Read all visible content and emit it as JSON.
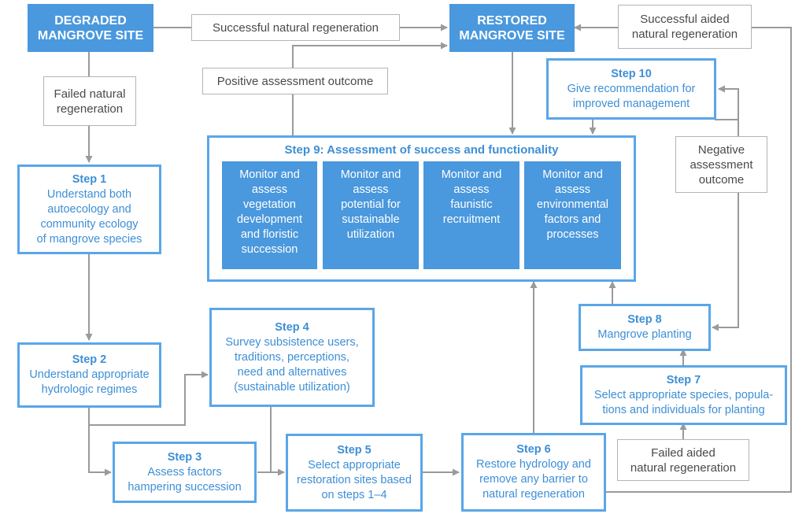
{
  "degraded": [
    "DEGRADED",
    "MANGROVE SITE"
  ],
  "restored": [
    "RESTORED",
    "MANGROVE SITE"
  ],
  "labels": {
    "successful_natural": [
      "Successful natural regeneration"
    ],
    "successful_aided": [
      "Successful aided",
      "natural regeneration"
    ],
    "failed_natural": [
      "Failed natural",
      "regeneration"
    ],
    "positive": [
      "Positive assessment outcome"
    ],
    "negative": [
      "Negative",
      "assessment",
      "outcome"
    ],
    "failed_aided": [
      "Failed aided",
      "natural regeneration"
    ]
  },
  "steps": {
    "s1": {
      "title": "Step 1",
      "lines": [
        "Understand both",
        "autoecology and",
        "community ecology",
        "of mangrove species"
      ]
    },
    "s2": {
      "title": "Step 2",
      "lines": [
        "Understand appropriate",
        "hydrologic regimes"
      ]
    },
    "s3": {
      "title": "Step 3",
      "lines": [
        "Assess factors",
        "hampering succession"
      ]
    },
    "s4": {
      "title": "Step 4",
      "lines": [
        "Survey subsistence users,",
        "traditions, perceptions,",
        "need and alternatives",
        "(sustainable utilization)"
      ]
    },
    "s5": {
      "title": "Step 5",
      "lines": [
        "Select appropriate",
        "restoration sites based",
        "on steps 1–4"
      ]
    },
    "s6": {
      "title": "Step 6",
      "lines": [
        "Restore hydrology and",
        "remove any barrier to",
        "natural regeneration"
      ]
    },
    "s7": {
      "title": "Step 7",
      "lines": [
        "Select appropriate species, popula-",
        "tions and individuals for planting"
      ]
    },
    "s8": {
      "title": "Step 8",
      "lines": [
        "Mangrove planting"
      ]
    },
    "s10": {
      "title": "Step 10",
      "lines": [
        "Give recommendation for",
        "improved management"
      ]
    }
  },
  "step9": {
    "title": "Step 9: Assessment of success and functionality",
    "subs": [
      [
        "Monitor and",
        "assess",
        "vegetation",
        "development",
        "and floristic",
        "succession"
      ],
      [
        "Monitor and",
        "assess",
        "potential for",
        "sustainable",
        "utilization"
      ],
      [
        "Monitor and",
        "assess",
        "faunistic",
        "recruitment"
      ],
      [
        "Monitor and",
        "assess",
        "environmental",
        "factors and",
        "processes"
      ]
    ]
  }
}
